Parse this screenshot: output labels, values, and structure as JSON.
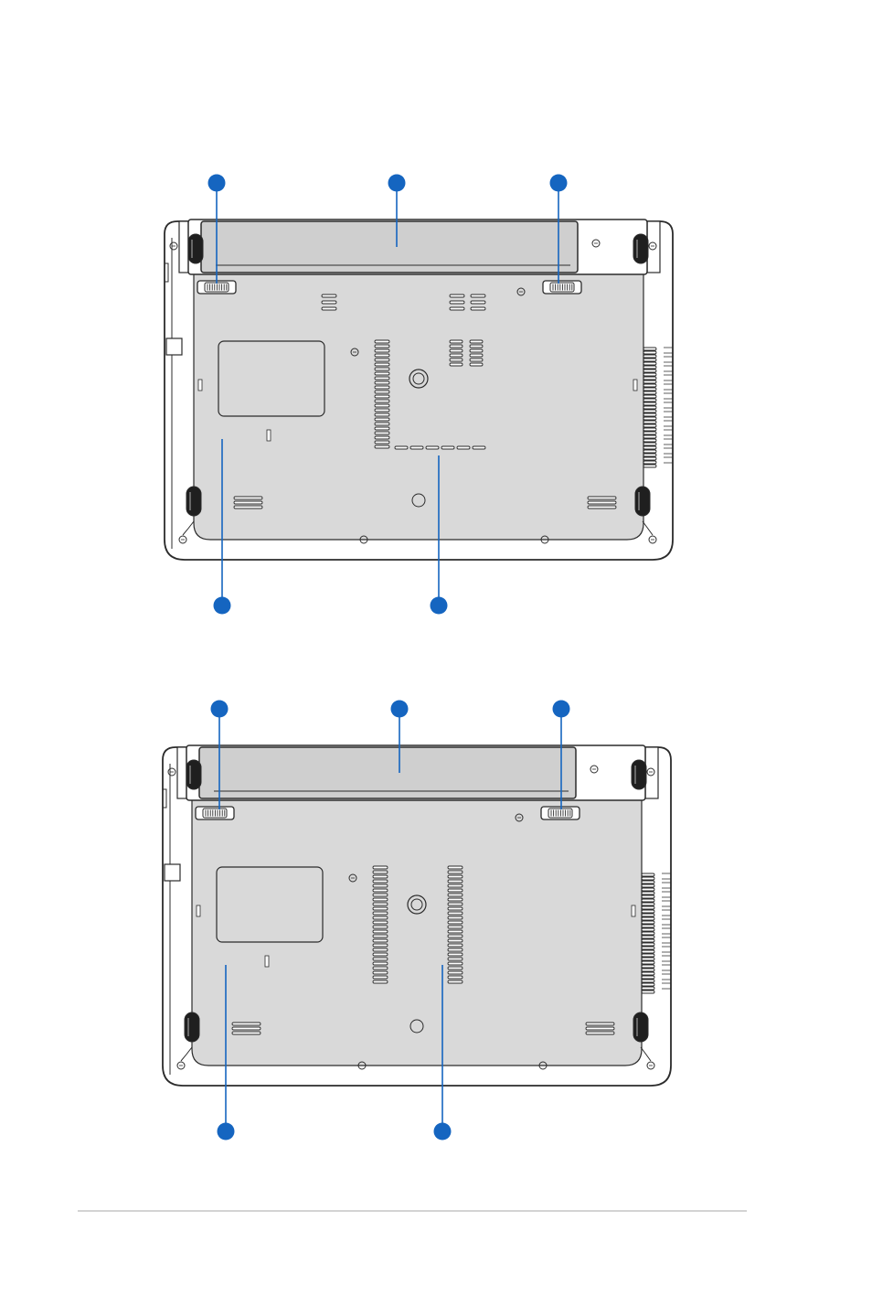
{
  "colors": {
    "callout": "#1565c0",
    "outline": "#2b2b2b",
    "body_fill": "#ffffff",
    "panel_fill": "#d9d9d9",
    "battery_fill": "#cfcfcf",
    "page_background": "#ffffff",
    "footer_rule": "#d3d3d3"
  },
  "diagrams": [
    {
      "name": "bottom-view-model-a",
      "callouts": [
        {
          "id": "battery-lock-left"
        },
        {
          "id": "battery-pack"
        },
        {
          "id": "battery-lock-right"
        },
        {
          "id": "hard-disk-compartment"
        },
        {
          "id": "memory-compartment"
        }
      ],
      "vent_layout": "L-shaped"
    },
    {
      "name": "bottom-view-model-b",
      "callouts": [
        {
          "id": "battery-lock-left"
        },
        {
          "id": "battery-pack"
        },
        {
          "id": "battery-lock-right"
        },
        {
          "id": "hard-disk-compartment"
        },
        {
          "id": "memory-compartment"
        }
      ],
      "vent_layout": "two-column"
    }
  ]
}
